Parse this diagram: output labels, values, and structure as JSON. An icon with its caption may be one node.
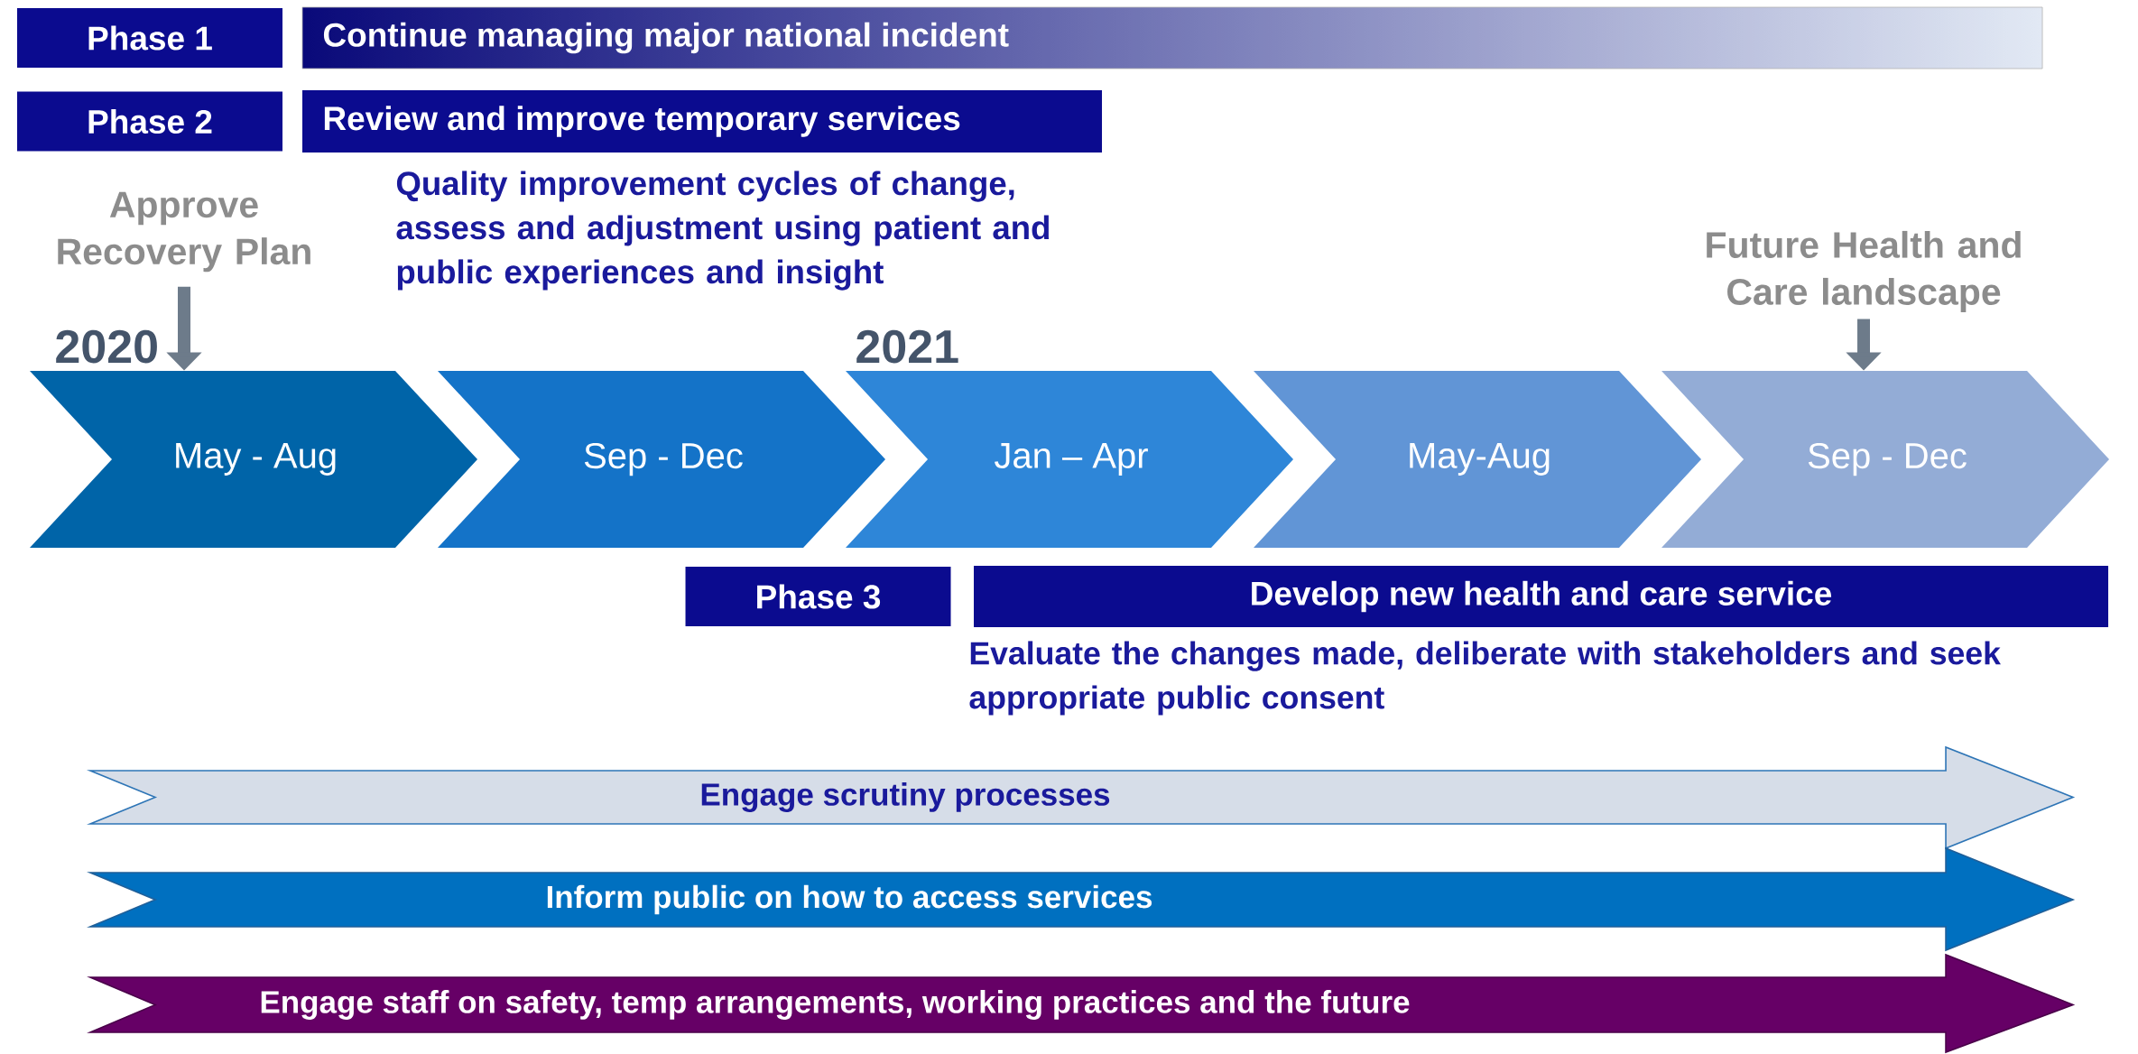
{
  "diagram": {
    "nodes": [
      {
        "text": [
          "Phase 1"
        ]
      },
      {
        "text": [
          "Continue managing major national incident"
        ]
      },
      {
        "text": [
          "Phase 2"
        ]
      },
      {
        "text": [
          "Review and improve temporary services"
        ]
      },
      {
        "text": [
          "Approve Recovery Plan"
        ]
      },
      {
        "text": [
          "Future Health and Care landscape"
        ]
      },
      {
        "text": [
          "May - Aug"
        ]
      },
      {
        "text": [
          "Sep - Dec"
        ]
      },
      {
        "text": [
          "Jan – Apr"
        ]
      },
      {
        "text": [
          "May-Aug"
        ]
      },
      {
        "text": [
          "Sep - Dec"
        ]
      },
      {
        "text": [
          "Phase 3"
        ]
      },
      {
        "text": [
          "Develop new health and care service"
        ]
      },
      {
        "text": [
          "Engage scrutiny processes"
        ]
      },
      {
        "text": [
          "Inform public on how to access services"
        ]
      },
      {
        "text": [
          "Engage staff on safety, temp arrangements, working practices and the future"
        ]
      }
    ],
    "edges": [
      {
        "from": 4,
        "to": 6,
        "arrow": "to"
      },
      {
        "from": 5,
        "to": 10,
        "arrow": "to"
      }
    ],
    "labels": [
      "Quality improvement cycles of change, assess and adjustment using patient and public experiences and insight",
      "2020",
      "2021",
      "Evaluate the changes made, deliberate with stakeholders and seek appropriate public consent"
    ]
  }
}
